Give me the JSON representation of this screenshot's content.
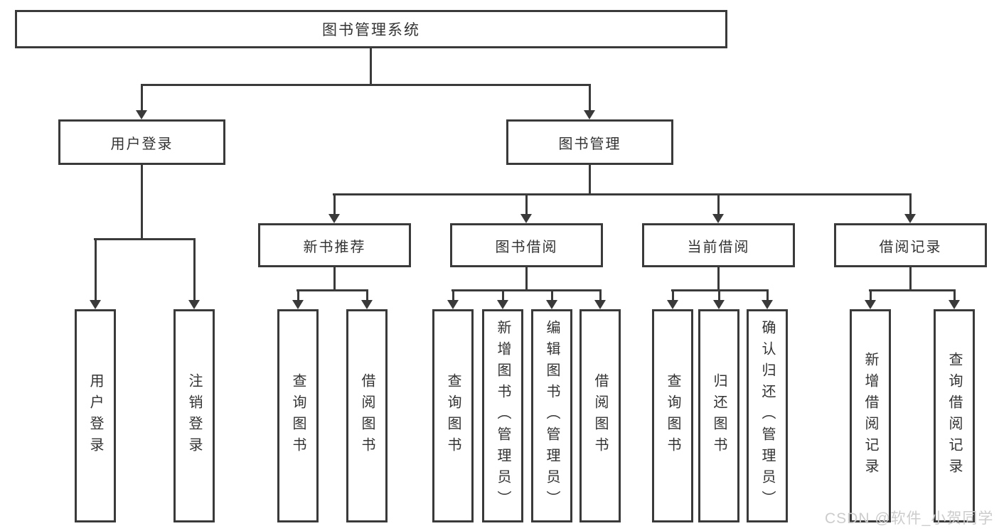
{
  "title": {
    "label": "图书管理系统"
  },
  "branches": {
    "user_login": {
      "label": "用户登录"
    },
    "book_mgmt": {
      "label": "图书管理"
    }
  },
  "modules": {
    "new_book_rec": {
      "label": "新书推荐"
    },
    "book_borrow": {
      "label": "图书借阅"
    },
    "current_borrow": {
      "label": "当前借阅"
    },
    "borrow_record": {
      "label": "借阅记录"
    }
  },
  "leaves": {
    "user_login_leaf": {
      "label": "用户登录"
    },
    "logout": {
      "label": "注销登录"
    },
    "rec_query_book": {
      "label": "查询图书"
    },
    "rec_borrow_book": {
      "label": "借阅图书"
    },
    "bb_query_book": {
      "label": "查询图书"
    },
    "bb_add_book": {
      "label": "新增图书（管理员）"
    },
    "bb_edit_book": {
      "label": "编辑图书（管理员）"
    },
    "bb_borrow_book": {
      "label": "借阅图书"
    },
    "cb_query_book": {
      "label": "查询图书"
    },
    "cb_return_book": {
      "label": "归还图书"
    },
    "cb_confirm_return": {
      "label": "确认归还（管理员）"
    },
    "br_add_record": {
      "label": "新增借阅记录"
    },
    "br_query_record": {
      "label": "查询借阅记录"
    }
  },
  "watermark": {
    "text": "CSDN @软件_小贺同学"
  },
  "colors": {
    "line": "#3a3a3a",
    "text": "#333333",
    "watermark": "#cccccc"
  }
}
